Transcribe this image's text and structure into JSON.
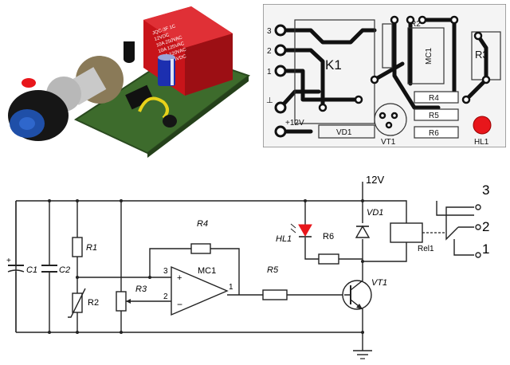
{
  "photo": {
    "relay_text": [
      "JQC-3F 1C",
      "12VDC",
      "10A 250VAC",
      "10A 125VAC",
      "15A 120VAC",
      "15A 24VDC"
    ]
  },
  "pcb": {
    "terminals": [
      "3",
      "2",
      "1",
      "⊥",
      "+12V"
    ],
    "components": {
      "k1": "K1",
      "vd1": "VD1",
      "vt1": "VT1",
      "r3": "R3",
      "r4": "R4",
      "r5": "R5",
      "r6": "R6",
      "r2": "R2",
      "mc1": "MC1",
      "hl1": "HL1"
    }
  },
  "schematic": {
    "supply": "12V",
    "labels": {
      "c1": "C1",
      "c2": "C2",
      "r1": "R1",
      "r2": "R2",
      "r3": "R3",
      "r4": "R4",
      "r5": "R5",
      "r6": "R6",
      "mc1": "MC1",
      "hl1": "HL1",
      "vd1": "VD1",
      "vt1": "VT1",
      "rel1": "Rel1"
    },
    "opamp_pins": {
      "plus_pin": "3",
      "minus_pin": "2",
      "out_pin": "1",
      "plus_sign": "+",
      "minus_sign": "−"
    },
    "outputs": [
      "3",
      "2",
      "1"
    ]
  },
  "colors": {
    "led_red": "#e8161b",
    "pcb_green": "#3d6b2c",
    "relay_red": "#c8141a",
    "knob_blue": "#1f4fa8"
  }
}
